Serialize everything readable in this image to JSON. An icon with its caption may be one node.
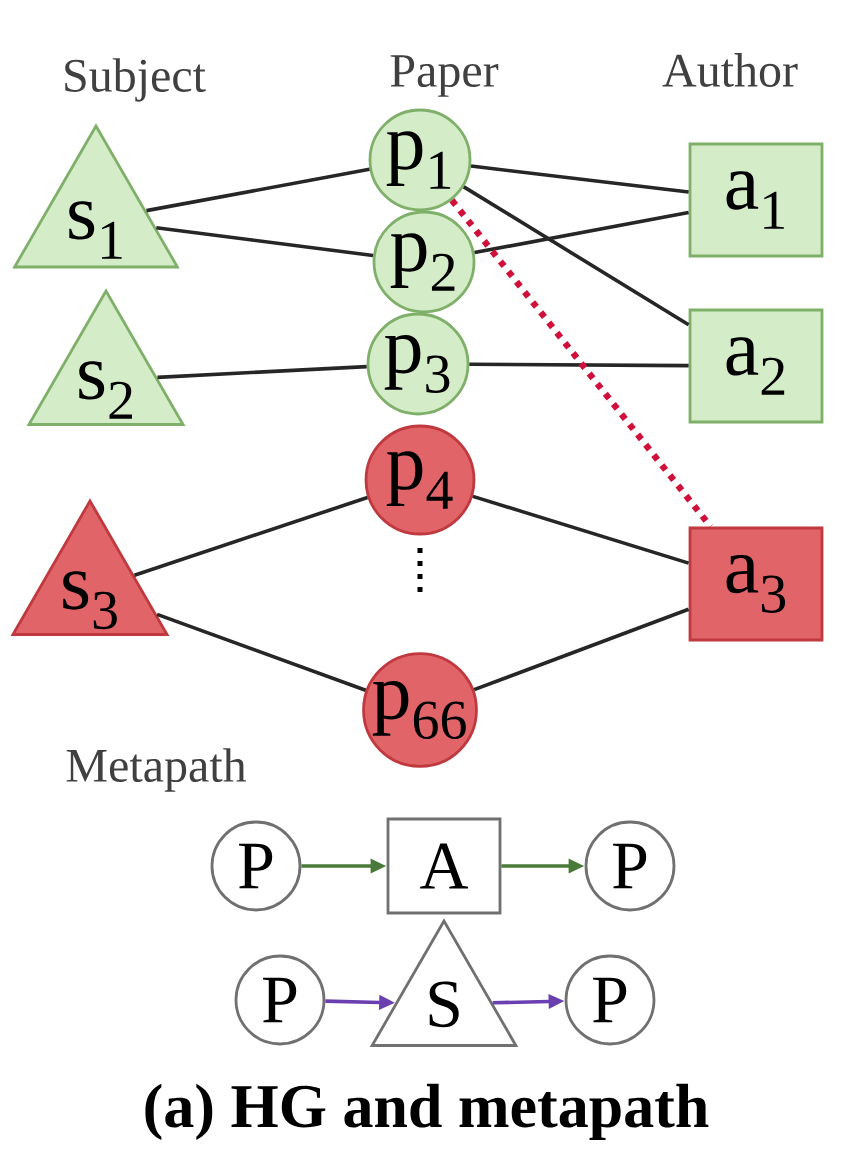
{
  "diagram": {
    "caption": "(a) HG and metapath",
    "nodes": [
      {
        "text": [
          "s$_{1}$"
        ]
      },
      {
        "text": [
          "s$_{2}$"
        ]
      },
      {
        "text": [
          "s$_{3}$"
        ]
      },
      {
        "text": [
          "p$_{1}$"
        ]
      },
      {
        "text": [
          "p$_{2}$"
        ]
      },
      {
        "text": [
          "p$_{3}$"
        ]
      },
      {
        "text": [
          "p$_{4}$"
        ]
      },
      {
        "text": [
          "p$_{66}$"
        ]
      },
      {
        "text": [
          "a$_{1}$"
        ]
      },
      {
        "text": [
          "a$_{2}$"
        ]
      },
      {
        "text": [
          "a$_{3}$"
        ]
      },
      {
        "text": [
          "P"
        ]
      },
      {
        "text": [
          "A"
        ]
      },
      {
        "text": [
          "P"
        ]
      },
      {
        "text": [
          "P"
        ]
      },
      {
        "text": [
          "S"
        ]
      },
      {
        "text": [
          "P"
        ]
      }
    ],
    "edges": [
      {
        "from": 0,
        "to": 3,
        "arrow": "none"
      },
      {
        "from": 0,
        "to": 4,
        "arrow": "none"
      },
      {
        "from": 1,
        "to": 5,
        "arrow": "none"
      },
      {
        "from": 2,
        "to": 6,
        "arrow": "none"
      },
      {
        "from": 2,
        "to": 7,
        "arrow": "none"
      },
      {
        "from": 3,
        "to": 8,
        "arrow": "none"
      },
      {
        "from": 3,
        "to": 9,
        "arrow": "none"
      },
      {
        "from": 4,
        "to": 8,
        "arrow": "none"
      },
      {
        "from": 5,
        "to": 9,
        "arrow": "none"
      },
      {
        "from": 6,
        "to": 10,
        "arrow": "none"
      },
      {
        "from": 7,
        "to": 10,
        "arrow": "none"
      },
      {
        "from": 3,
        "to": 10,
        "arrow": "none",
        "style": "dashed",
        "color": "#d0103a"
      },
      {
        "from": 11,
        "to": 12,
        "arrow": "to",
        "color": "#4a7a3a"
      },
      {
        "from": 12,
        "to": 13,
        "arrow": "to",
        "color": "#4a7a3a"
      },
      {
        "from": 14,
        "to": 15,
        "arrow": "to",
        "color": "#6a3fb0"
      },
      {
        "from": 15,
        "to": 16,
        "arrow": "to",
        "color": "#6a3fb0"
      }
    ],
    "labels": [
      "Subject",
      "Paper",
      "Author",
      "Metapath"
    ]
  }
}
